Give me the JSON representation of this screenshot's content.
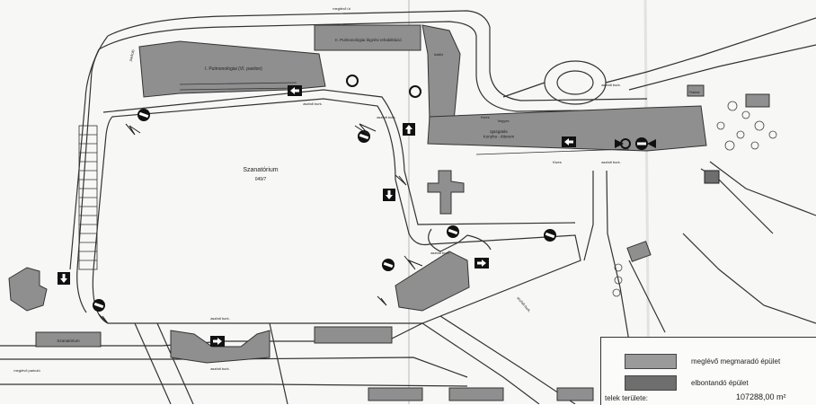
{
  "labels": {
    "building1": "I. Pulmonológiai (VI. pavilon)",
    "building2": "II. Pulmonológiai légzési rehabilitáció",
    "main_building": "Igazgatás\nKonyha - étterem",
    "park_title": "Szanatórium",
    "park_number": "049/7",
    "kitchen_label": "Istálló",
    "storage": "Raktár",
    "vegyes": "Vegyes",
    "left_bottom": "Szanatórium",
    "road_top": "meglévő út",
    "road_bottom": "meglévő parkoló",
    "pavement_1": "aszfalt burk.",
    "pavement_2": "aszfalt burk.",
    "pavement_3": "aszfalt burk.",
    "pavement_4": "aszfalt burk.",
    "pavement_5": "aszfalt burk.",
    "pavement_6": "aszfalt burk.",
    "pavement_7": "aszfalt burk.",
    "pavement_8": "aszfalt burk.",
    "green_1": "füves",
    "green_2": "füves",
    "parking_left": "parkoló"
  },
  "legend": {
    "item1": "meglévő megmaradó épület",
    "item2": "elbontandó épület",
    "area_label": "telek területe:",
    "area_value": "107288,00 m²"
  },
  "colors": {
    "building": "#8f8f8f",
    "building_dark": "#6e6e6e",
    "line": "#333333",
    "paper": "#f7f7f5"
  }
}
